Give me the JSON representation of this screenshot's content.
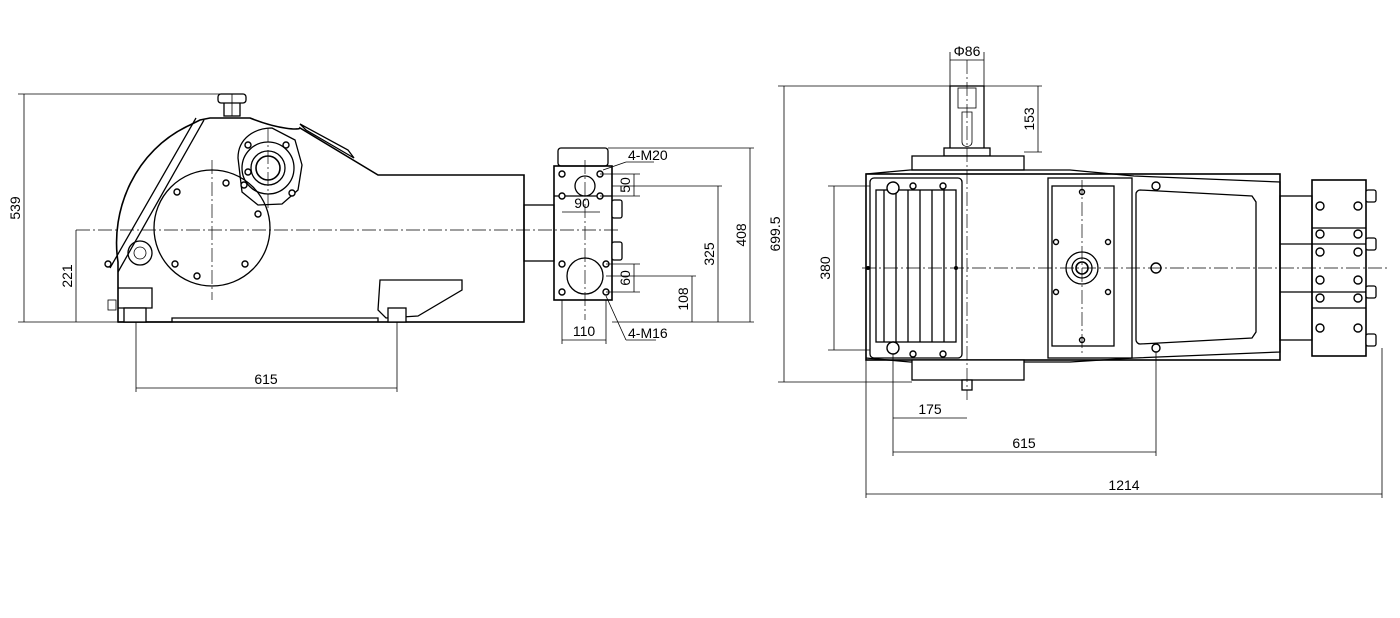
{
  "side_view": {
    "dimensions": {
      "overall_height": "539",
      "shaft_center_height": "221",
      "foot_spacing": "615",
      "discharge_block_width": "110",
      "flange_height": "408",
      "upper_port_height": "325",
      "lower_port_height": "108",
      "upper_port_spacing_v": "50",
      "upper_port_spacing_h": "90",
      "lower_port_spacing": "60"
    },
    "callouts": {
      "upper_thread": "4-M20",
      "lower_thread": "4-M16"
    }
  },
  "top_view": {
    "dimensions": {
      "shaft_diameter": "Φ86",
      "shaft_length": "153",
      "overall_width": "699.5",
      "inner_width": "380",
      "shaft_offset": "175",
      "foot_spacing": "615",
      "overall_length": "1214"
    }
  }
}
